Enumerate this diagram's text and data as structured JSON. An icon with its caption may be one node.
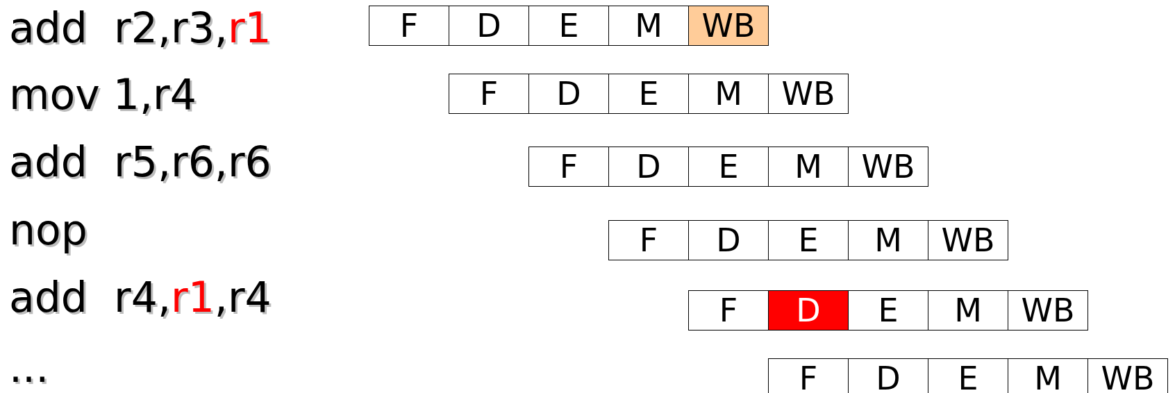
{
  "diagram": {
    "nodes": [
      {
        "text": [
          "F"
        ]
      },
      {
        "text": [
          "D"
        ]
      },
      {
        "text": [
          "E"
        ]
      },
      {
        "text": [
          "M"
        ]
      },
      {
        "text": [
          "WB"
        ]
      },
      {
        "text": [
          "F"
        ]
      },
      {
        "text": [
          "D"
        ]
      },
      {
        "text": [
          "E"
        ]
      },
      {
        "text": [
          "M"
        ]
      },
      {
        "text": [
          "WB"
        ]
      },
      {
        "text": [
          "F"
        ]
      },
      {
        "text": [
          "D"
        ]
      },
      {
        "text": [
          "E"
        ]
      },
      {
        "text": [
          "M"
        ]
      },
      {
        "text": [
          "WB"
        ]
      },
      {
        "text": [
          "F"
        ]
      },
      {
        "text": [
          "D"
        ]
      },
      {
        "text": [
          "E"
        ]
      },
      {
        "text": [
          "M"
        ]
      },
      {
        "text": [
          "WB"
        ]
      },
      {
        "text": [
          "F"
        ]
      },
      {
        "text": [
          "D"
        ]
      },
      {
        "text": [
          "E"
        ]
      },
      {
        "text": [
          "M"
        ]
      },
      {
        "text": [
          "WB"
        ]
      },
      {
        "text": [
          "F"
        ]
      },
      {
        "text": [
          "D"
        ]
      },
      {
        "text": [
          "E"
        ]
      },
      {
        "text": [
          "M"
        ]
      },
      {
        "text": [
          "WB"
        ]
      }
    ],
    "labels": [
      "add  r2,r3,r1",
      "mov 1,r4",
      "add  r5,r6,r6",
      "nop",
      "add  r4,r1,r4",
      "..."
    ]
  }
}
